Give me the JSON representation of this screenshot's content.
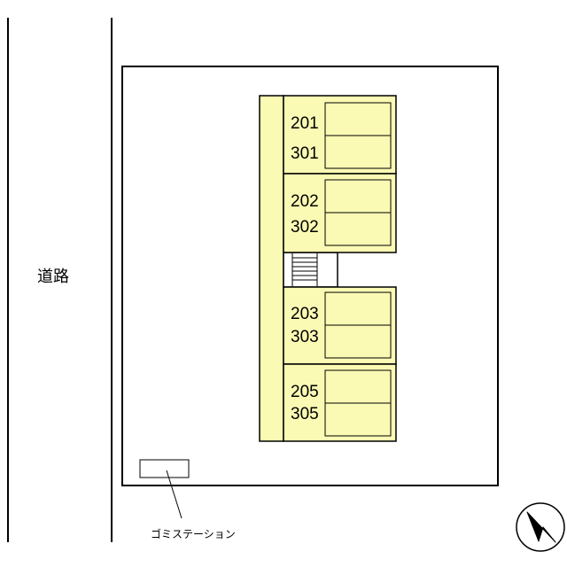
{
  "road": {
    "label": "道路"
  },
  "building": {
    "blocks": [
      {
        "upper": "201",
        "lower": "301"
      },
      {
        "upper": "202",
        "lower": "302"
      },
      {
        "upper": "203",
        "lower": "303"
      },
      {
        "upper": "205",
        "lower": "305"
      }
    ]
  },
  "garbage_station": {
    "label": "ゴミステーション"
  },
  "compass": {
    "icon": "north-arrow-icon"
  },
  "colors": {
    "building_fill": "#fafab4",
    "outline": "#000000",
    "background": "#ffffff"
  }
}
